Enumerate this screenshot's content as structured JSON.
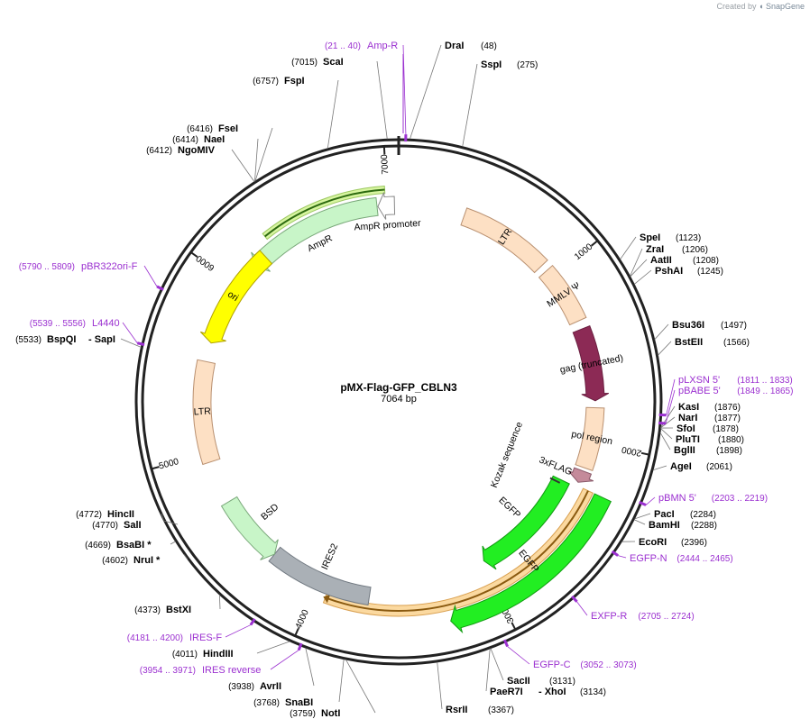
{
  "credit": {
    "prefix": "Created by",
    "brand": "SnapGene"
  },
  "plasmid": {
    "name": "pMX-Flag-GFP_CBLN3",
    "length_label": "7064 bp",
    "length": 7064
  },
  "ticks": [
    {
      "bp": 1000,
      "label": "1000"
    },
    {
      "bp": 2000,
      "label": "2000"
    },
    {
      "bp": 3000,
      "label": "3000"
    },
    {
      "bp": 4000,
      "label": "4000"
    },
    {
      "bp": 5000,
      "label": "5000"
    },
    {
      "bp": 6000,
      "label": "6000"
    },
    {
      "bp": 7000,
      "label": "7000"
    }
  ],
  "features": [
    {
      "id": "ampr",
      "label": "AmpR",
      "start": 6150,
      "end": 6940,
      "dir": -1,
      "color": "#c8f5c8",
      "stroke": "#7aa87a",
      "r": 218
    },
    {
      "id": "ampr-promoter",
      "label": "AmpR promoter",
      "start": 6945,
      "end": 7040,
      "dir": -1,
      "color": "#ffffff",
      "stroke": "#888888",
      "r": 218
    },
    {
      "id": "ltr-right",
      "label": "LTR",
      "start": 380,
      "end": 910,
      "dir": 0,
      "color": "#fde0c4",
      "stroke": "#b99070",
      "r": 218
    },
    {
      "id": "mmlv-psi",
      "label": "MMLV Ψ",
      "start": 950,
      "end": 1290,
      "dir": 0,
      "color": "#fde0c4",
      "stroke": "#b99070",
      "r": 218
    },
    {
      "id": "gag",
      "label": "gag (truncated)",
      "start": 1340,
      "end": 1760,
      "dir": 1,
      "color": "#8c2a55",
      "stroke": "#6a1f40",
      "r": 218
    },
    {
      "id": "pol-region",
      "label": "pol region",
      "start": 1800,
      "end": 2150,
      "dir": 0,
      "color": "#fde0c4",
      "stroke": "#b99070",
      "r": 218
    },
    {
      "id": "flag",
      "label": "3xFLAG",
      "start": 2170,
      "end": 2240,
      "dir": 1,
      "color": "#c48a9a",
      "stroke": "#8a5a6a",
      "r": 218
    },
    {
      "id": "egfp-inner",
      "label": "EGFP",
      "start": 2270,
      "end": 2980,
      "dir": 1,
      "color": "#22ee22",
      "stroke": "#119911",
      "r": 200
    },
    {
      "id": "egfp-outer",
      "label": "EGFP",
      "start": 2260,
      "end": 3270,
      "dir": 1,
      "color": "#22ee22",
      "stroke": "#119911",
      "r": 250
    },
    {
      "id": "ires2",
      "label": "IRES2",
      "start": 3700,
      "end": 4300,
      "dir": 0,
      "color": "#aab0b6",
      "stroke": "#707880",
      "r": 218
    },
    {
      "id": "bsd",
      "label": "BSD",
      "start": 4300,
      "end": 4700,
      "dir": -1,
      "color": "#c8f5c8",
      "stroke": "#7aa87a",
      "r": 218
    },
    {
      "id": "ltr-left",
      "label": "LTR",
      "start": 4950,
      "end": 5530,
      "dir": 0,
      "color": "#fde0c4",
      "stroke": "#b99070",
      "r": 218
    },
    {
      "id": "ori",
      "label": "ori",
      "start": 5640,
      "end": 6230,
      "dir": -1,
      "color": "#ffff00",
      "stroke": "#b0a000",
      "r": 218
    }
  ],
  "kozak": {
    "label": "Kozak sequence"
  },
  "orange_band": {
    "start": 2260,
    "end": 3935,
    "color": "#fbd9a0"
  },
  "sites": [
    {
      "name": "DraI",
      "pos": "(48)"
    },
    {
      "name": "SspI",
      "pos": "(275)"
    },
    {
      "name": "SpeI",
      "pos": "(1123)"
    },
    {
      "name": "ZraI",
      "pos": "(1206)"
    },
    {
      "name": "AatII",
      "pos": "(1208)"
    },
    {
      "name": "PshAI",
      "pos": "(1245)"
    },
    {
      "name": "Bsu36I",
      "pos": "(1497)"
    },
    {
      "name": "BstEII",
      "pos": "(1566)"
    },
    {
      "name": "KasI",
      "pos": "(1876)"
    },
    {
      "name": "NarI",
      "pos": "(1877)"
    },
    {
      "name": "SfoI",
      "pos": "(1878)"
    },
    {
      "name": "PluTI",
      "pos": "(1880)"
    },
    {
      "name": "BglII",
      "pos": "(1898)"
    },
    {
      "name": "AgeI",
      "pos": "(2061)"
    },
    {
      "name": "PacI",
      "pos": "(2284)"
    },
    {
      "name": "BamHI",
      "pos": "(2288)"
    },
    {
      "name": "EcoRI",
      "pos": "(2396)"
    },
    {
      "name": "SacII",
      "pos": "(3131)"
    },
    {
      "name": "PaeR7I",
      "pos": "- XhoI",
      "pos2": "(3134)"
    },
    {
      "name": "RsrII",
      "pos": "(3367)"
    },
    {
      "name": "NotI",
      "pos": "(3759)"
    },
    {
      "name": "SnaBI",
      "pos": "(3768)"
    },
    {
      "name": "AvrII",
      "pos": "(3938)"
    },
    {
      "name": "HindIII",
      "pos": "(4011)"
    },
    {
      "name": "BstXI",
      "pos": "(4373)"
    },
    {
      "name": "NruI *",
      "pos": "(4602)"
    },
    {
      "name": "BsaBI *",
      "pos": "(4669)"
    },
    {
      "name": "SalI",
      "pos": "(4770)"
    },
    {
      "name": "HincII",
      "pos": "(4772)"
    },
    {
      "name": "BspQI",
      "pos": "(5533)",
      "name2": "- SapI"
    },
    {
      "name": "NgoMIV",
      "pos": "(6412)"
    },
    {
      "name": "NaeI",
      "pos": "(6414)"
    },
    {
      "name": "FseI",
      "pos": "(6416)"
    },
    {
      "name": "FspI",
      "pos": "(6757)"
    },
    {
      "name": "ScaI",
      "pos": "(7015)"
    }
  ],
  "primers": [
    {
      "name": "Amp-R",
      "pos": "(21 .. 40)"
    },
    {
      "name": "pLXSN 5'",
      "pos": "(1811 .. 1833)"
    },
    {
      "name": "pBABE 5'",
      "pos": "(1849 .. 1865)"
    },
    {
      "name": "pBMN 5'",
      "pos": "(2203 .. 2219)"
    },
    {
      "name": "EGFP-N",
      "pos": "(2444 .. 2465)"
    },
    {
      "name": "EXFP-R",
      "pos": "(2705 .. 2724)"
    },
    {
      "name": "EGFP-C",
      "pos": "(3052 .. 3073)"
    },
    {
      "name": "IRES reverse",
      "pos": "(3954 .. 3971)"
    },
    {
      "name": "IRES-F",
      "pos": "(4181 .. 4200)"
    },
    {
      "name": "L4440",
      "pos": "(5539 .. 5556)"
    },
    {
      "name": "pBR322ori-F",
      "pos": "(5790 .. 5809)"
    }
  ]
}
